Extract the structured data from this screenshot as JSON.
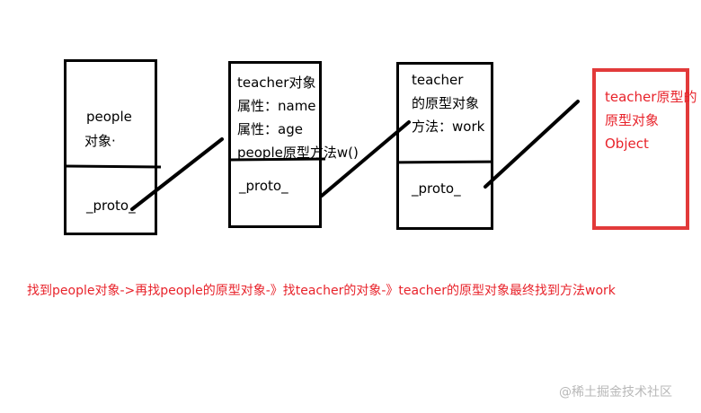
{
  "boxes": {
    "people": {
      "line1": "people",
      "line2": "对象·",
      "proto": "_proto_"
    },
    "teacher_obj": {
      "line1": "teacher对象",
      "line2": "属性：name",
      "line3": "属性：age",
      "line4": "people原型方法w()",
      "proto": "_proto_"
    },
    "teacher_proto": {
      "line1": "teacher",
      "line2": "的原型对象",
      "line3": "方法：work",
      "proto": "_proto_"
    },
    "object_proto": {
      "line1": "teacher原型的",
      "line2": "原型对象",
      "line3": "Object"
    }
  },
  "caption": "找到people对象->再找people的原型对象-》找teacher的对象-》teacher的原型对象最终找到方法work",
  "watermark": "@稀土掘金技术社区",
  "colors": {
    "ink": "#000000",
    "red": "#e8232b"
  }
}
